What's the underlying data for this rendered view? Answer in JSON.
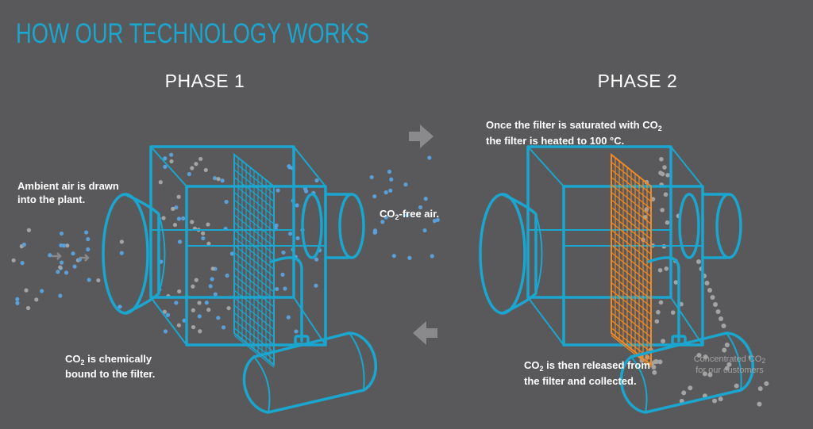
{
  "title": "HOW OUR TECHNOLOGY WORKS",
  "colors": {
    "background": "#59595b",
    "accent": "#1aa6cf",
    "co2_dot": "#a3a3a3",
    "air_dot": "#5b9fd8",
    "heated_filter": "#f08a24",
    "arrow": "#8a8a8c"
  },
  "phase1": {
    "heading": "PHASE 1",
    "ambient_line1": "Ambient air is drawn",
    "ambient_line2": "into the plant.",
    "free_air_pre": "CO",
    "free_air_sub": "2",
    "free_air_post": "-free air.",
    "bound_pre": "CO",
    "bound_sub": "2",
    "bound_post": " is chemically",
    "bound_line2": "bound to the filter."
  },
  "phase2": {
    "heading": "PHASE 2",
    "heated_line1_pre": "Once the filter is saturated with CO",
    "heated_line1_sub": "2",
    "heated_line2": "the filter is heated to 100 °C.",
    "released_pre": "CO",
    "released_sub": "2",
    "released_post": " is then released from",
    "released_line2": "the filter and collected.",
    "tank_line1_pre": "Concentrated CO",
    "tank_line1_sub": "2",
    "tank_line2": "for our customers"
  },
  "icons": {
    "next": "arrow-right-icon",
    "back": "arrow-left-icon"
  }
}
